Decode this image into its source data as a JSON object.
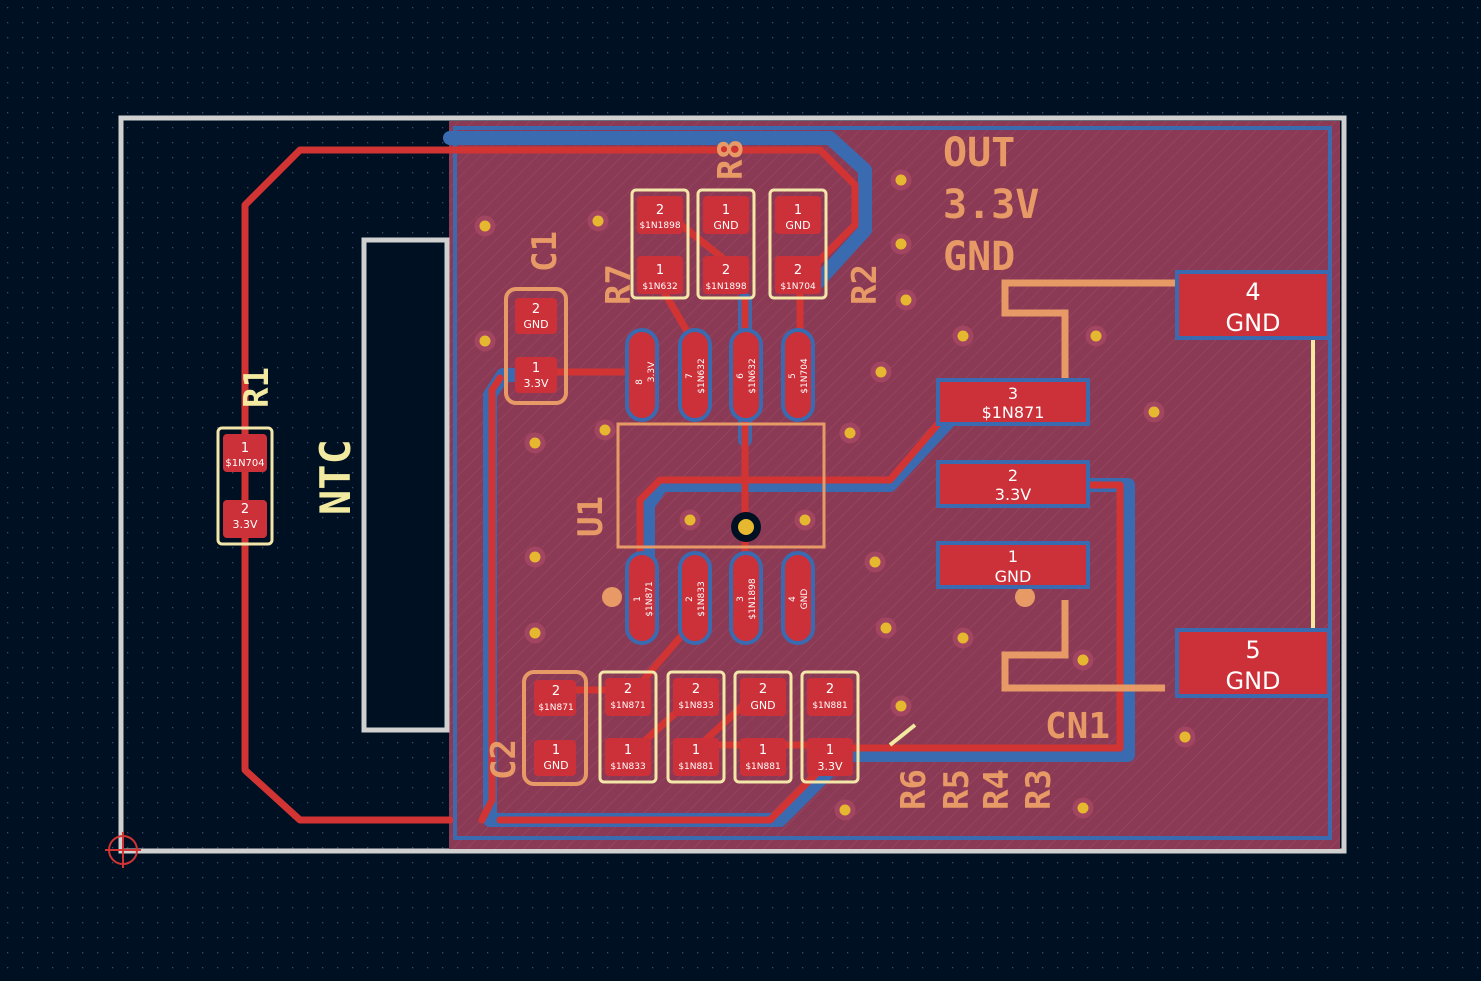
{
  "colors": {
    "background": "#001023",
    "copper_fill": "#8a3a55",
    "copper_zone_border": "#3a6ab0",
    "trace_front": "#d23434",
    "trace_back": "#3a6ab0",
    "pad": "#cc3038",
    "pad_outline": "#f2e6a8",
    "silkscreen_front": "#f2eaa0",
    "silkscreen_back": "#e89a66",
    "board_edge": "#d0d0d0",
    "via": "#e6b830"
  },
  "silkscreen": {
    "out_label": "OUT",
    "v33_label": "3.3V",
    "gnd_label": "GND",
    "ntc_label": "NTC",
    "r1": "R1",
    "c1": "C1",
    "c2": "C2",
    "r7": "R7",
    "r8": "R8",
    "r2": "R2",
    "u1": "U1",
    "cn1": "CN1",
    "r6": "R6",
    "r5": "R5",
    "r4": "R4",
    "r3": "R3"
  },
  "pads": {
    "r1_1": {
      "num": "1",
      "net": "$1N704"
    },
    "r1_2": {
      "num": "2",
      "net": "3.3V"
    },
    "c1_2": {
      "num": "2",
      "net": "GND"
    },
    "c1_1": {
      "num": "1",
      "net": "3.3V"
    },
    "r7_2": {
      "num": "2",
      "net": "$1N1898"
    },
    "r7_1": {
      "num": "1",
      "net": "$1N632"
    },
    "r8_1": {
      "num": "1",
      "net": "GND"
    },
    "r8_2": {
      "num": "2",
      "net": "$1N1898"
    },
    "r2_1": {
      "num": "1",
      "net": "GND"
    },
    "r2_2": {
      "num": "2",
      "net": "$1N704"
    },
    "u1_8": {
      "num": "8",
      "net": "3.3V"
    },
    "u1_7": {
      "num": "7",
      "net": "$1N632"
    },
    "u1_6": {
      "num": "6",
      "net": "$1N632"
    },
    "u1_5": {
      "num": "5",
      "net": "$1N704"
    },
    "u1_1": {
      "num": "1",
      "net": "$1N871"
    },
    "u1_2": {
      "num": "2",
      "net": "$1N833"
    },
    "u1_3": {
      "num": "3",
      "net": "$1N1898"
    },
    "u1_4": {
      "num": "4",
      "net": "GND"
    },
    "cn1_3": {
      "num": "3",
      "net": "$1N871"
    },
    "cn1_2": {
      "num": "2",
      "net": "3.3V"
    },
    "cn1_1": {
      "num": "1",
      "net": "GND"
    },
    "cn1_4": {
      "num": "4",
      "net": "GND"
    },
    "cn1_5": {
      "num": "5",
      "net": "GND"
    },
    "c2_2": {
      "num": "2",
      "net": "$1N871"
    },
    "c2_1": {
      "num": "1",
      "net": "GND"
    },
    "r6_2": {
      "num": "2",
      "net": "$1N871"
    },
    "r6_1": {
      "num": "1",
      "net": "$1N833"
    },
    "r5_2": {
      "num": "2",
      "net": "$1N833"
    },
    "r5_1": {
      "num": "1",
      "net": "$1N881"
    },
    "r4_2": {
      "num": "2",
      "net": "GND"
    },
    "r4_1": {
      "num": "1",
      "net": "$1N881"
    },
    "r3_2": {
      "num": "2",
      "net": "$1N881"
    },
    "r3_1": {
      "num": "1",
      "net": "3.3V"
    }
  }
}
